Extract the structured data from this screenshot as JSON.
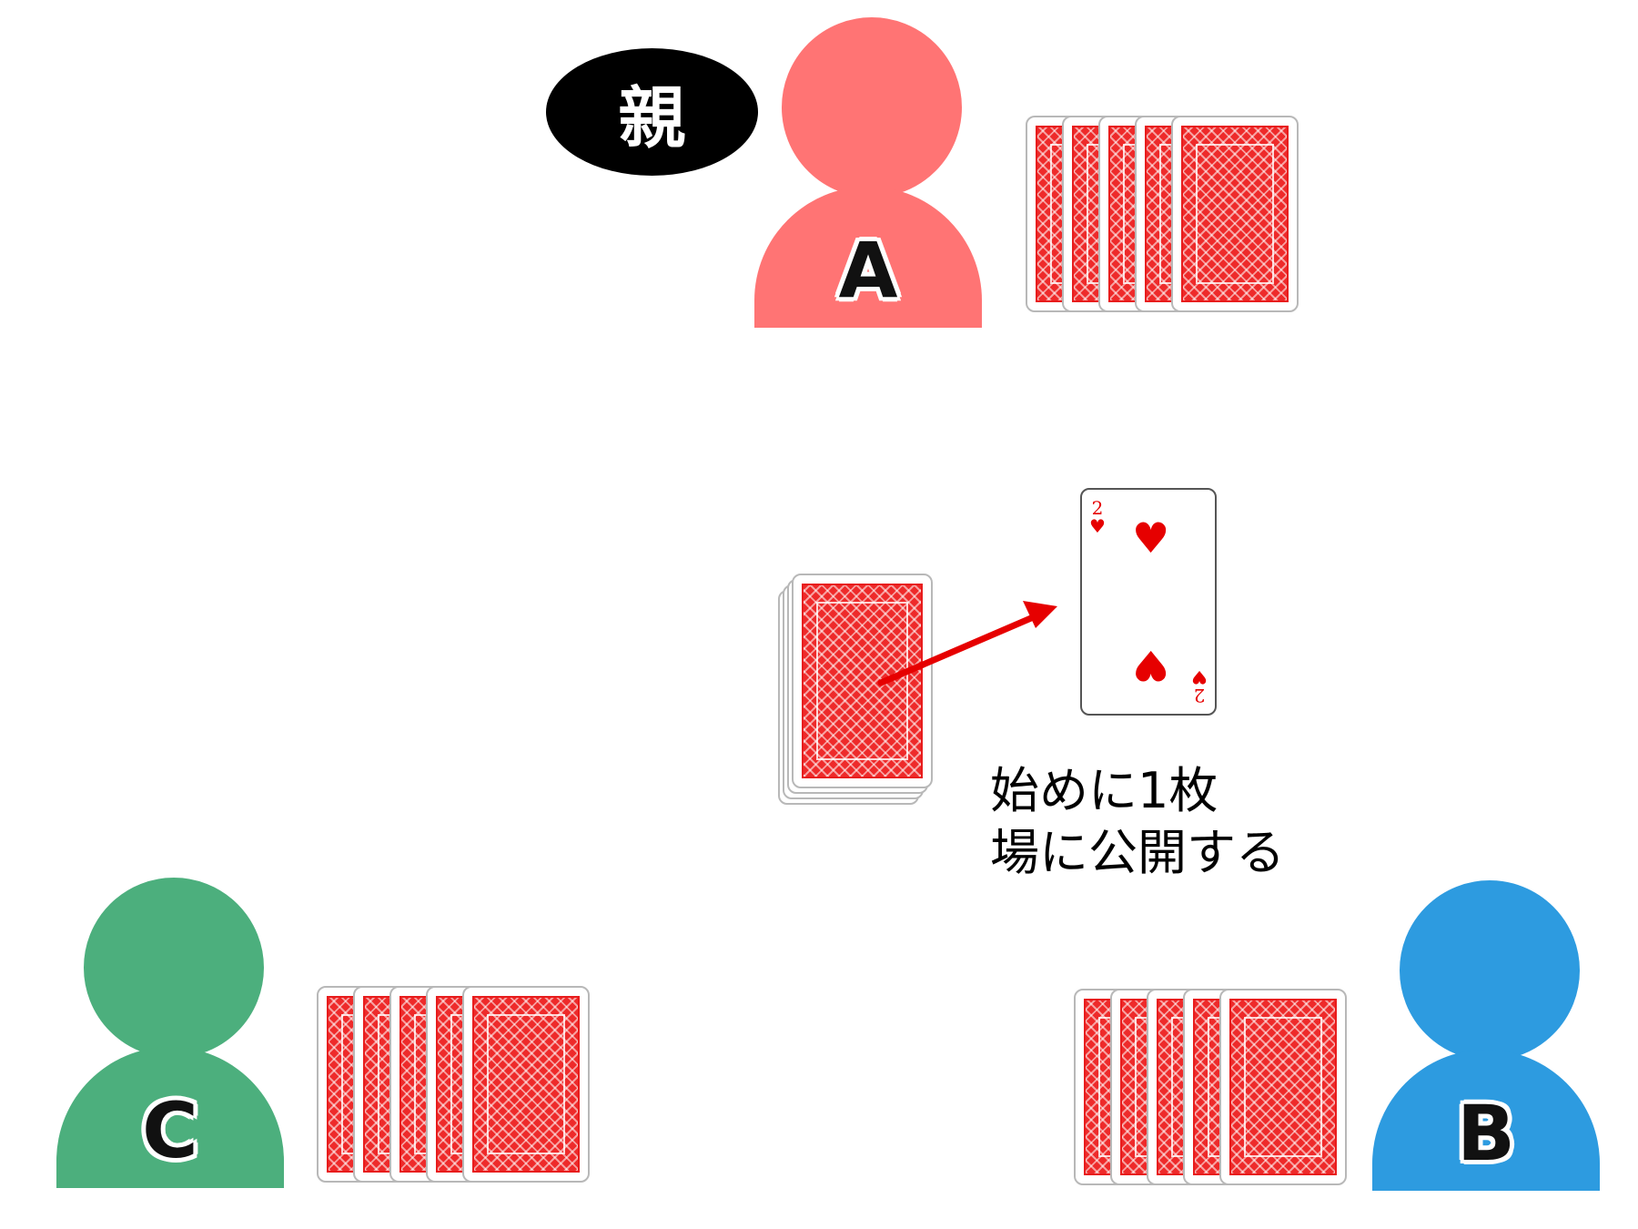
{
  "dealer_badge": {
    "label": "親"
  },
  "players": {
    "a": {
      "label": "A",
      "color": "#ff7474",
      "hand_count": 5,
      "is_dealer": true
    },
    "b": {
      "label": "B",
      "color": "#2d9be0",
      "hand_count": 5
    },
    "c": {
      "label": "C",
      "color": "#4caf7d",
      "hand_count": 5
    }
  },
  "deck": {
    "face": "down"
  },
  "revealed_card": {
    "rank": "2",
    "suit": "♥",
    "suit_color": "#e60000"
  },
  "caption": {
    "line1": "始めに1枚",
    "line2": "場に公開する"
  },
  "card_back_color": "#ee2a2a",
  "arrow_color": "#e60000"
}
